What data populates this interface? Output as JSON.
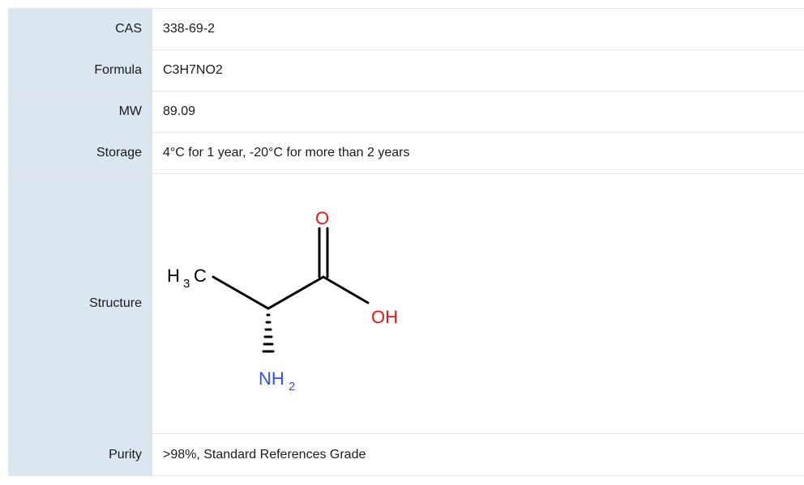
{
  "rows": [
    {
      "label": "CAS",
      "value": "338-69-2"
    },
    {
      "label": "Formula",
      "value": "C3H7NO2"
    },
    {
      "label": "MW",
      "value": "89.09"
    },
    {
      "label": "Storage",
      "value": "4°C for 1 year, -20°C for more than 2 years"
    },
    {
      "label": "Structure",
      "value": ""
    },
    {
      "label": "Purity",
      "value": ">98%, Standard References Grade"
    }
  ],
  "structure": {
    "atoms": {
      "methyl_main": "H",
      "methyl_sub": "3",
      "methyl_tail": "C",
      "oxygen": "O",
      "hydroxyl": "OH",
      "amine_main": "NH",
      "amine_sub": "2"
    },
    "colors": {
      "bond": "#000000",
      "oxygen": "#ff0d0d",
      "nitrogen": "#3050f8"
    }
  }
}
